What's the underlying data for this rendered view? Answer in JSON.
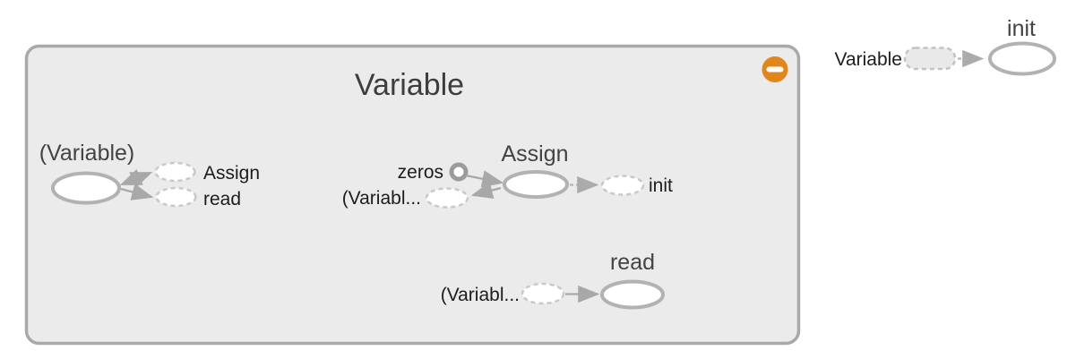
{
  "graph": {
    "group": {
      "title": "Variable",
      "collapse_icon": "minus-icon"
    },
    "nodes": {
      "variable_op": {
        "title": "(Variable)",
        "annotations_out": [
          {
            "label": "Assign"
          },
          {
            "label": "read"
          }
        ]
      },
      "assign": {
        "title": "Assign",
        "annotations_in": [
          {
            "label": "zeros"
          },
          {
            "label": "(Variabl..."
          }
        ],
        "annotations_out": [
          {
            "label": "init"
          }
        ]
      },
      "read": {
        "title": "read",
        "annotations_in": [
          {
            "label": "(Variabl..."
          }
        ]
      },
      "init": {
        "title": "init",
        "annotations_in": [
          {
            "label": "Variable"
          }
        ]
      }
    },
    "colors": {
      "group_fill": "#ebebeb",
      "group_stroke": "#a9a9a9",
      "node_stroke": "#b2b2b2",
      "annotation_stroke": "#c9c9c9",
      "edge": "#a8a8a8",
      "label_dark": "#1c1c1c",
      "title_gray": "#434343",
      "collapse_button_orange": "#e0861d"
    }
  }
}
